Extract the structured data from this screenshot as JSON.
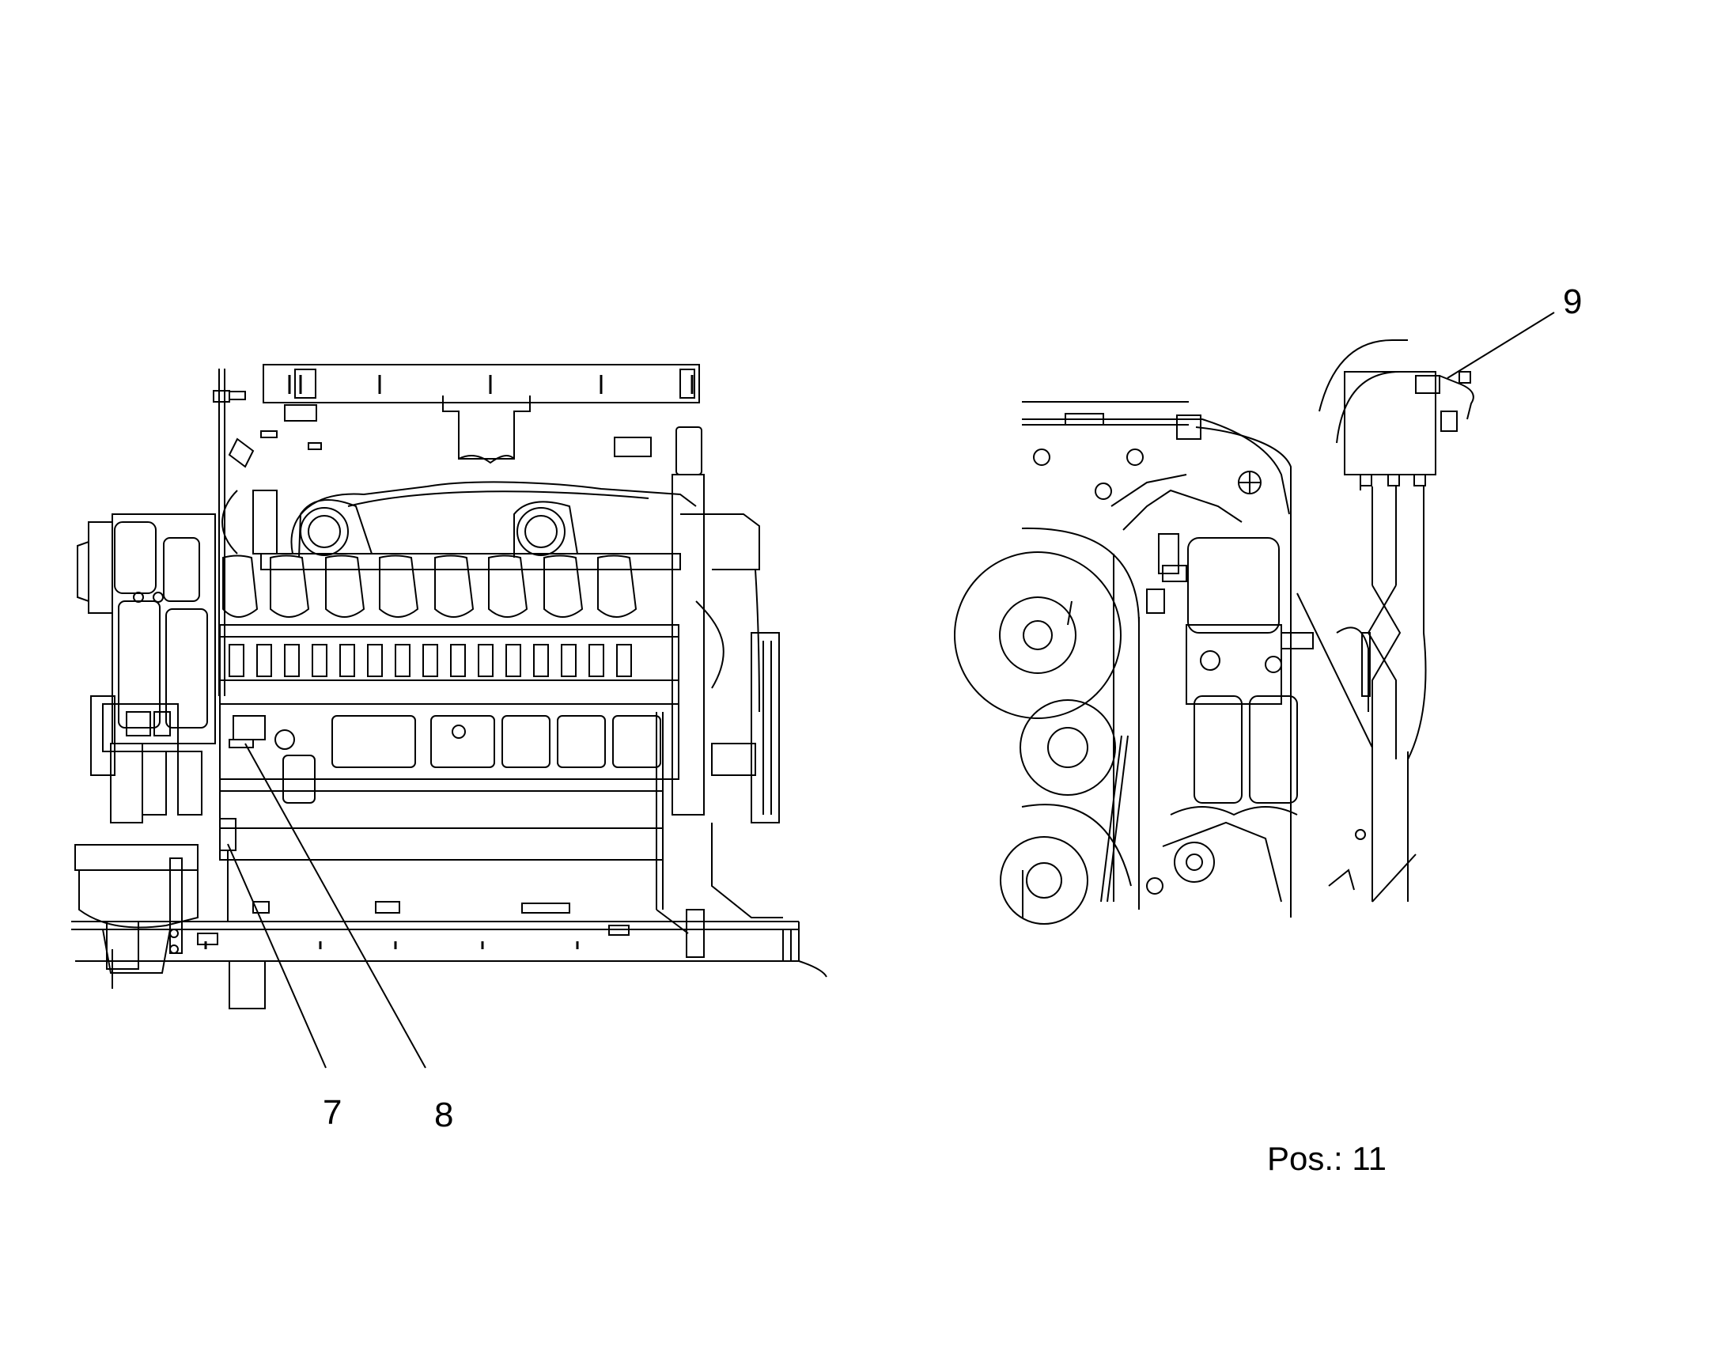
{
  "callouts": {
    "item_7": "7",
    "item_8": "8",
    "item_9": "9"
  },
  "position": {
    "label": "Pos.:",
    "value": "11"
  },
  "colors": {
    "line": "#000000",
    "background": "#ffffff"
  }
}
